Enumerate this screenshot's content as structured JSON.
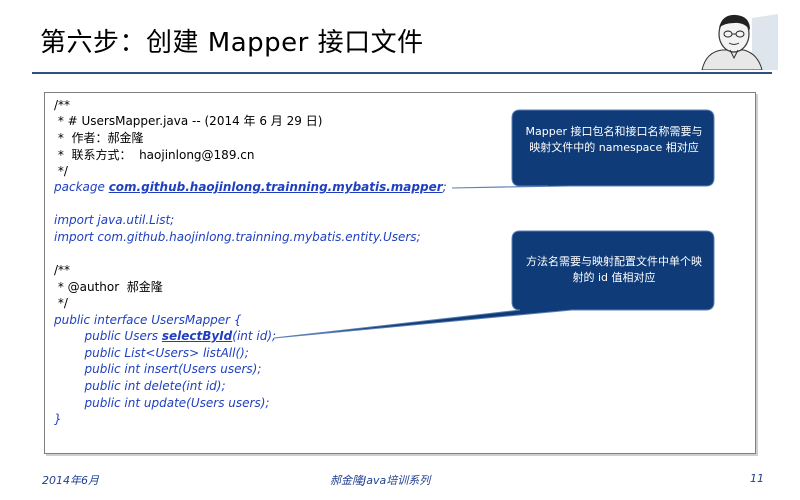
{
  "slide": {
    "title": "第六步：创建 Mapper 接口文件",
    "avatar_icon": "person-portrait-icon"
  },
  "code": {
    "lines": [
      "/**",
      " * # UsersMapper.java -- (2014 年 6 月 29 日)",
      " *  作者：郝金隆",
      " *  联系方式：  haojinlong@189.cn",
      " */",
      "",
      "",
      "import java.util.List;",
      "import com.github.haojinlong.trainning.mybatis.entity.Users;",
      "",
      "/**",
      " * @author  郝金隆",
      " */",
      "public interface UsersMapper {",
      "",
      "        public List<Users> listAll();",
      "        public int insert(Users users);",
      "        public int delete(int id);",
      "        public int update(Users users);",
      "}"
    ],
    "package_keyword": "package ",
    "package_name": "com.github.haojinlong.trainning.mybatis.mapper",
    "package_end": ";",
    "select_prefix": "        public Users ",
    "select_method": "selectById",
    "select_suffix": "(int id);"
  },
  "callouts": [
    {
      "text": "Mapper 接口包名和接口名称需要与映射文件中的 namespace 相对应"
    },
    {
      "text": "方法名需要与映射配置文件中单个映射的 id 值相对应"
    }
  ],
  "footer": {
    "date": "2014年6月",
    "series": "郝金隆Java培训系列",
    "page": "11"
  },
  "colors": {
    "callout_fill": "#0f3c78",
    "code_blue": "#1f3fbf",
    "rule": "#2f4f7f"
  }
}
